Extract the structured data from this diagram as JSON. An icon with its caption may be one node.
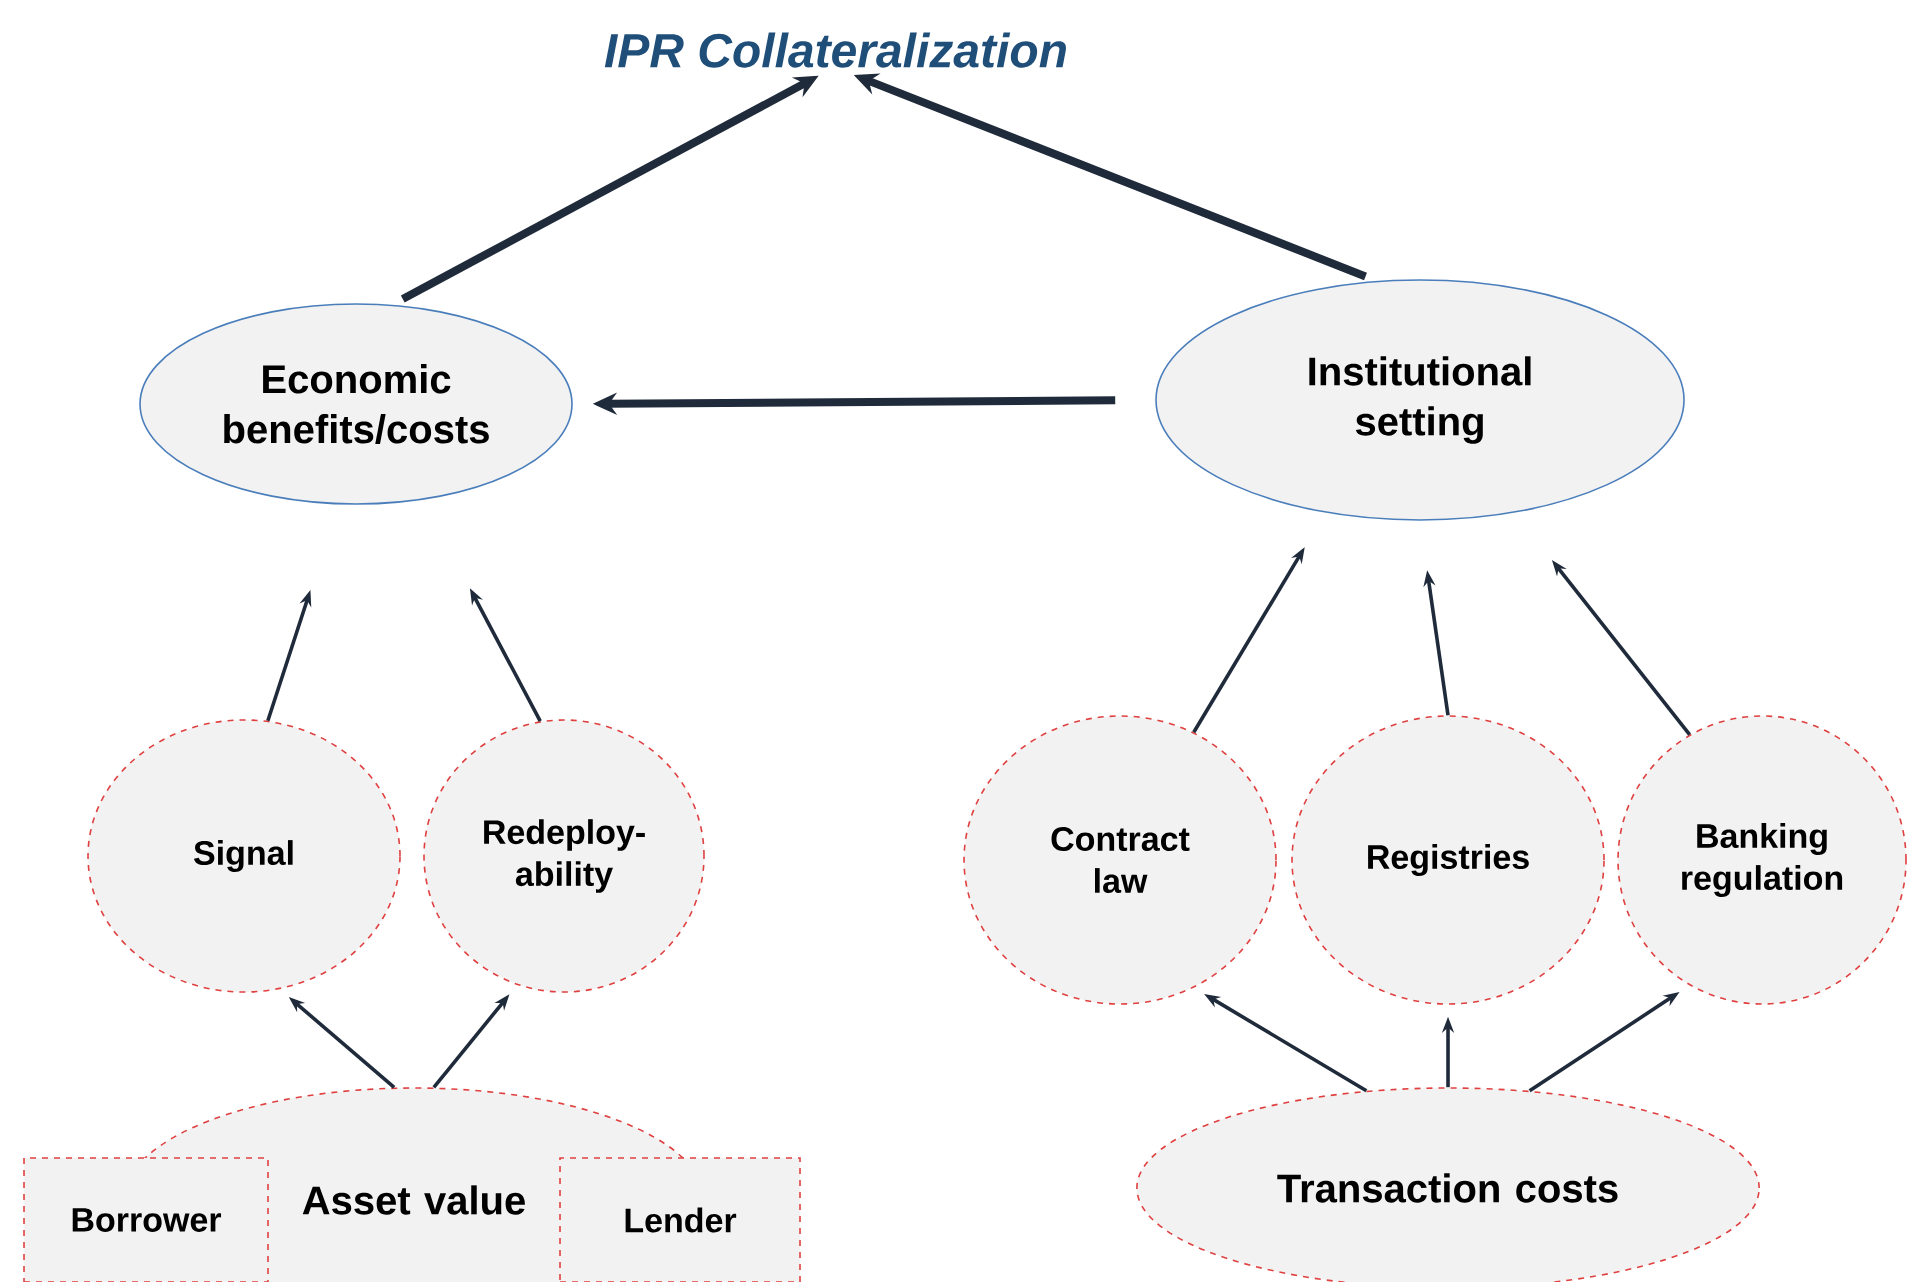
{
  "diagram": {
    "nodes": [
      {
        "text": [
          "IPR Collateralization"
        ]
      },
      {
        "text": [
          "Economic benefits/costs"
        ]
      },
      {
        "text": [
          "Institutional setting"
        ]
      },
      {
        "text": [
          "Signal"
        ]
      },
      {
        "text": [
          "Redeploy-ability"
        ]
      },
      {
        "text": [
          "Contract law"
        ]
      },
      {
        "text": [
          "Registries"
        ]
      },
      {
        "text": [
          "Banking regulation"
        ]
      },
      {
        "text": [
          "Asset value"
        ]
      },
      {
        "text": [
          "Borrower"
        ]
      },
      {
        "text": [
          "Lender"
        ]
      },
      {
        "text": [
          "Transaction costs"
        ]
      }
    ],
    "edges": [
      {
        "from": 1,
        "to": 0,
        "arrow": "to",
        "style": "thick"
      },
      {
        "from": 2,
        "to": 0,
        "arrow": "to",
        "style": "thick"
      },
      {
        "from": 2,
        "to": 1,
        "arrow": "to",
        "style": "thick"
      },
      {
        "from": 3,
        "to": 1,
        "arrow": "to"
      },
      {
        "from": 4,
        "to": 1,
        "arrow": "to"
      },
      {
        "from": 5,
        "to": 2,
        "arrow": "to"
      },
      {
        "from": 6,
        "to": 2,
        "arrow": "to"
      },
      {
        "from": 7,
        "to": 2,
        "arrow": "to"
      },
      {
        "from": 8,
        "to": 3,
        "arrow": "to"
      },
      {
        "from": 8,
        "to": 4,
        "arrow": "to"
      },
      {
        "from": 11,
        "to": 5,
        "arrow": "to"
      },
      {
        "from": 11,
        "to": 6,
        "arrow": "to"
      },
      {
        "from": 11,
        "to": 7,
        "arrow": "to"
      }
    ]
  }
}
